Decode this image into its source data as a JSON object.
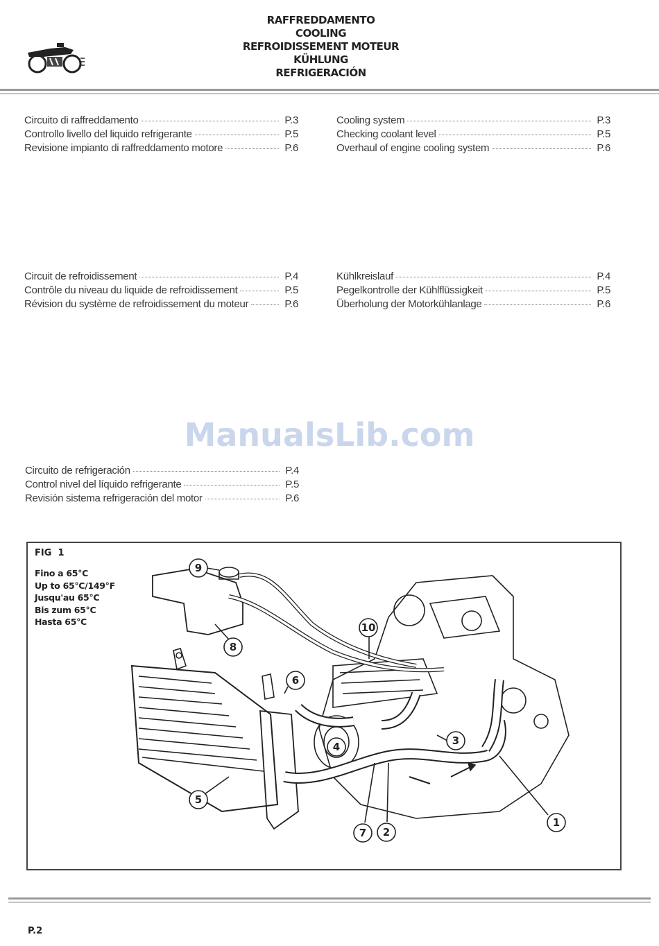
{
  "header": {
    "titles": [
      "RAFFREDDAMENTO",
      "COOLING",
      "REFROIDISSEMENT MOTEUR",
      "KÜHLUNG",
      "REFRIGERACIÓN"
    ],
    "logo_icon": "motorcycle-icon"
  },
  "toc": {
    "italian": [
      {
        "title": "Circuito di raffreddamento",
        "page": "P.3"
      },
      {
        "title": "Controllo livello del liquido refrigerante",
        "page": "P.5"
      },
      {
        "title": "Revisione impianto di raffreddamento motore",
        "page": "P.6"
      }
    ],
    "english": [
      {
        "title": "Cooling system",
        "page": "P.3"
      },
      {
        "title": "Checking coolant level",
        "page": "P.5"
      },
      {
        "title": "Overhaul of engine cooling system",
        "page": "P.6"
      }
    ],
    "french": [
      {
        "title": "Circuit de refroidissement",
        "page": "P.4"
      },
      {
        "title": "Contrôle du niveau du liquide de refroidissement",
        "page": "P.5"
      },
      {
        "title": "Révision du système de refroidissement du moteur",
        "page": "P.6"
      }
    ],
    "german": [
      {
        "title": "Kühlkreislauf",
        "page": "P.4"
      },
      {
        "title": "Pegelkontrolle der Kühlflüssigkeit",
        "page": "P.5"
      },
      {
        "title": "Überholung der Motorkühlanlage",
        "page": "P.6"
      }
    ],
    "spanish": [
      {
        "title": "Circuito de refrigeración",
        "page": "P.4"
      },
      {
        "title": "Control nivel del líquido refrigerante",
        "page": "P.5"
      },
      {
        "title": "Revisión sistema refrigeración del motor",
        "page": "P.6"
      }
    ]
  },
  "watermark": "ManualsLib.com",
  "figure": {
    "label": "FIG",
    "label_mark": "1",
    "temps": [
      "Fino a 65°C",
      "Up to 65°C/149°F",
      "Jusqu'au 65°C",
      "Bis zum 65°C",
      "Hasta 65°C"
    ],
    "callouts": [
      "1",
      "2",
      "3",
      "4",
      "5",
      "6",
      "7",
      "8",
      "9",
      "10"
    ]
  },
  "footer": {
    "page": "P.2"
  }
}
